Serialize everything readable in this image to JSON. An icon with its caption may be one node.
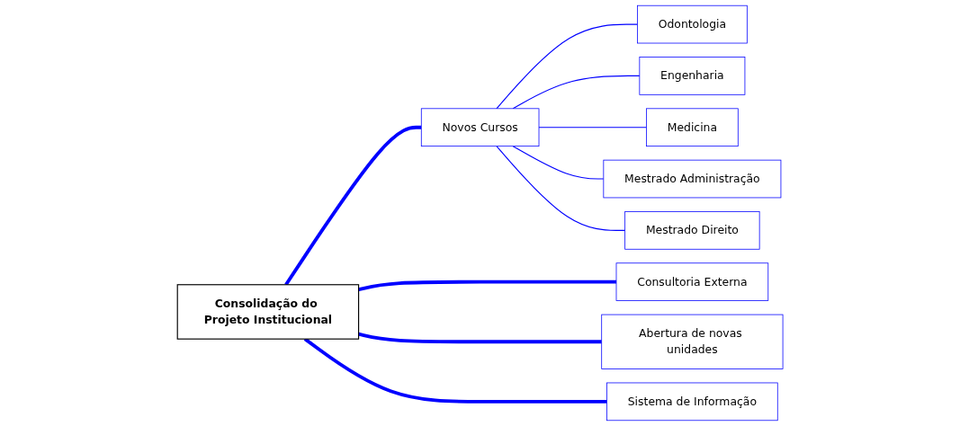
{
  "diagram": {
    "nodes": [
      {
        "text": [
          "Consolidação do Projeto Institucional"
        ]
      },
      {
        "text": [
          "Novos Cursos"
        ]
      },
      {
        "text": [
          "Odontologia"
        ]
      },
      {
        "text": [
          "Engenharia"
        ]
      },
      {
        "text": [
          "Medicina"
        ]
      },
      {
        "text": [
          "Mestrado Administração"
        ]
      },
      {
        "text": [
          "Mestrado Direito"
        ]
      },
      {
        "text": [
          "Consultoria Externa"
        ]
      },
      {
        "text": [
          "Abertura de novas unidades"
        ]
      },
      {
        "text": [
          "Sistema de Informação"
        ]
      }
    ],
    "edges": [
      {
        "from": 0,
        "to": 1,
        "arrow": "none",
        "style": "thick"
      },
      {
        "from": 1,
        "to": 2,
        "arrow": "none"
      },
      {
        "from": 1,
        "to": 3,
        "arrow": "none"
      },
      {
        "from": 1,
        "to": 4,
        "arrow": "none"
      },
      {
        "from": 1,
        "to": 5,
        "arrow": "none"
      },
      {
        "from": 1,
        "to": 6,
        "arrow": "none"
      },
      {
        "from": 0,
        "to": 7,
        "arrow": "none",
        "style": "thick"
      },
      {
        "from": 0,
        "to": 8,
        "arrow": "none",
        "style": "thick"
      },
      {
        "from": 0,
        "to": 9,
        "arrow": "none",
        "style": "thick"
      }
    ]
  }
}
